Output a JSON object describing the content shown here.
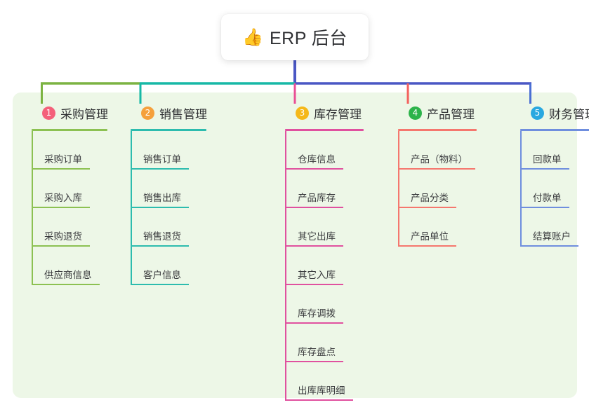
{
  "page": {
    "background": "#ffffff",
    "panel_color": "#edf7e7"
  },
  "root": {
    "icon": "thumbs-up-icon",
    "icon_glyph": "👍",
    "title": "ERP 后台",
    "stem_color": "#4a57c4"
  },
  "connector": {
    "segments": [
      {
        "name": "green-segment",
        "color": "#7cb342"
      },
      {
        "name": "teal-segment",
        "color": "#17b8a6"
      },
      {
        "name": "blue-segment",
        "color": "#4a57c4"
      }
    ]
  },
  "branches": [
    {
      "number": "1",
      "label": "采购管理",
      "badge_color": "#f4607a",
      "line_color": "#8cc152",
      "drop_color": "#7cb342",
      "head_rule_width": 108,
      "items": [
        {
          "label": "采购订单",
          "rule_width": 83
        },
        {
          "label": "采购入库",
          "rule_width": 83
        },
        {
          "label": "采购退货",
          "rule_width": 83
        },
        {
          "label": "供应商信息",
          "rule_width": 97
        }
      ]
    },
    {
      "number": "2",
      "label": "销售管理",
      "badge_color": "#f5a03c",
      "line_color": "#2dbcae",
      "drop_color": "#17b8a6",
      "head_rule_width": 108,
      "items": [
        {
          "label": "销售订单",
          "rule_width": 83
        },
        {
          "label": "销售出库",
          "rule_width": 83
        },
        {
          "label": "销售退货",
          "rule_width": 83
        },
        {
          "label": "客户信息",
          "rule_width": 83
        }
      ]
    },
    {
      "number": "3",
      "label": "库存管理",
      "badge_color": "#f5b819",
      "line_color": "#e0519f",
      "drop_color": "#e94f96",
      "head_rule_width": 112,
      "items": [
        {
          "label": "仓库信息",
          "rule_width": 83
        },
        {
          "label": "产品库存",
          "rule_width": 83
        },
        {
          "label": "其它出库",
          "rule_width": 83
        },
        {
          "label": "其它入库",
          "rule_width": 83
        },
        {
          "label": "库存调拨",
          "rule_width": 83
        },
        {
          "label": "库存盘点",
          "rule_width": 83
        },
        {
          "label": "出库库明细",
          "rule_width": 97
        }
      ]
    },
    {
      "number": "4",
      "label": "产品管理",
      "badge_color": "#2cb34a",
      "line_color": "#f5776e",
      "drop_color": "#f4605d",
      "head_rule_width": 112,
      "items": [
        {
          "label": "产品（物料）",
          "rule_width": 110
        },
        {
          "label": "产品分类",
          "rule_width": 83
        },
        {
          "label": "产品单位",
          "rule_width": 83
        }
      ]
    },
    {
      "number": "5",
      "label": "财务管理",
      "badge_color": "#29a8e0",
      "line_color": "#6f8ede",
      "drop_color": "#4a6fd4",
      "head_rule_width": 112,
      "items": [
        {
          "label": "回款单",
          "rule_width": 70
        },
        {
          "label": "付款单",
          "rule_width": 70
        },
        {
          "label": "结算账户",
          "rule_width": 83
        }
      ]
    }
  ]
}
